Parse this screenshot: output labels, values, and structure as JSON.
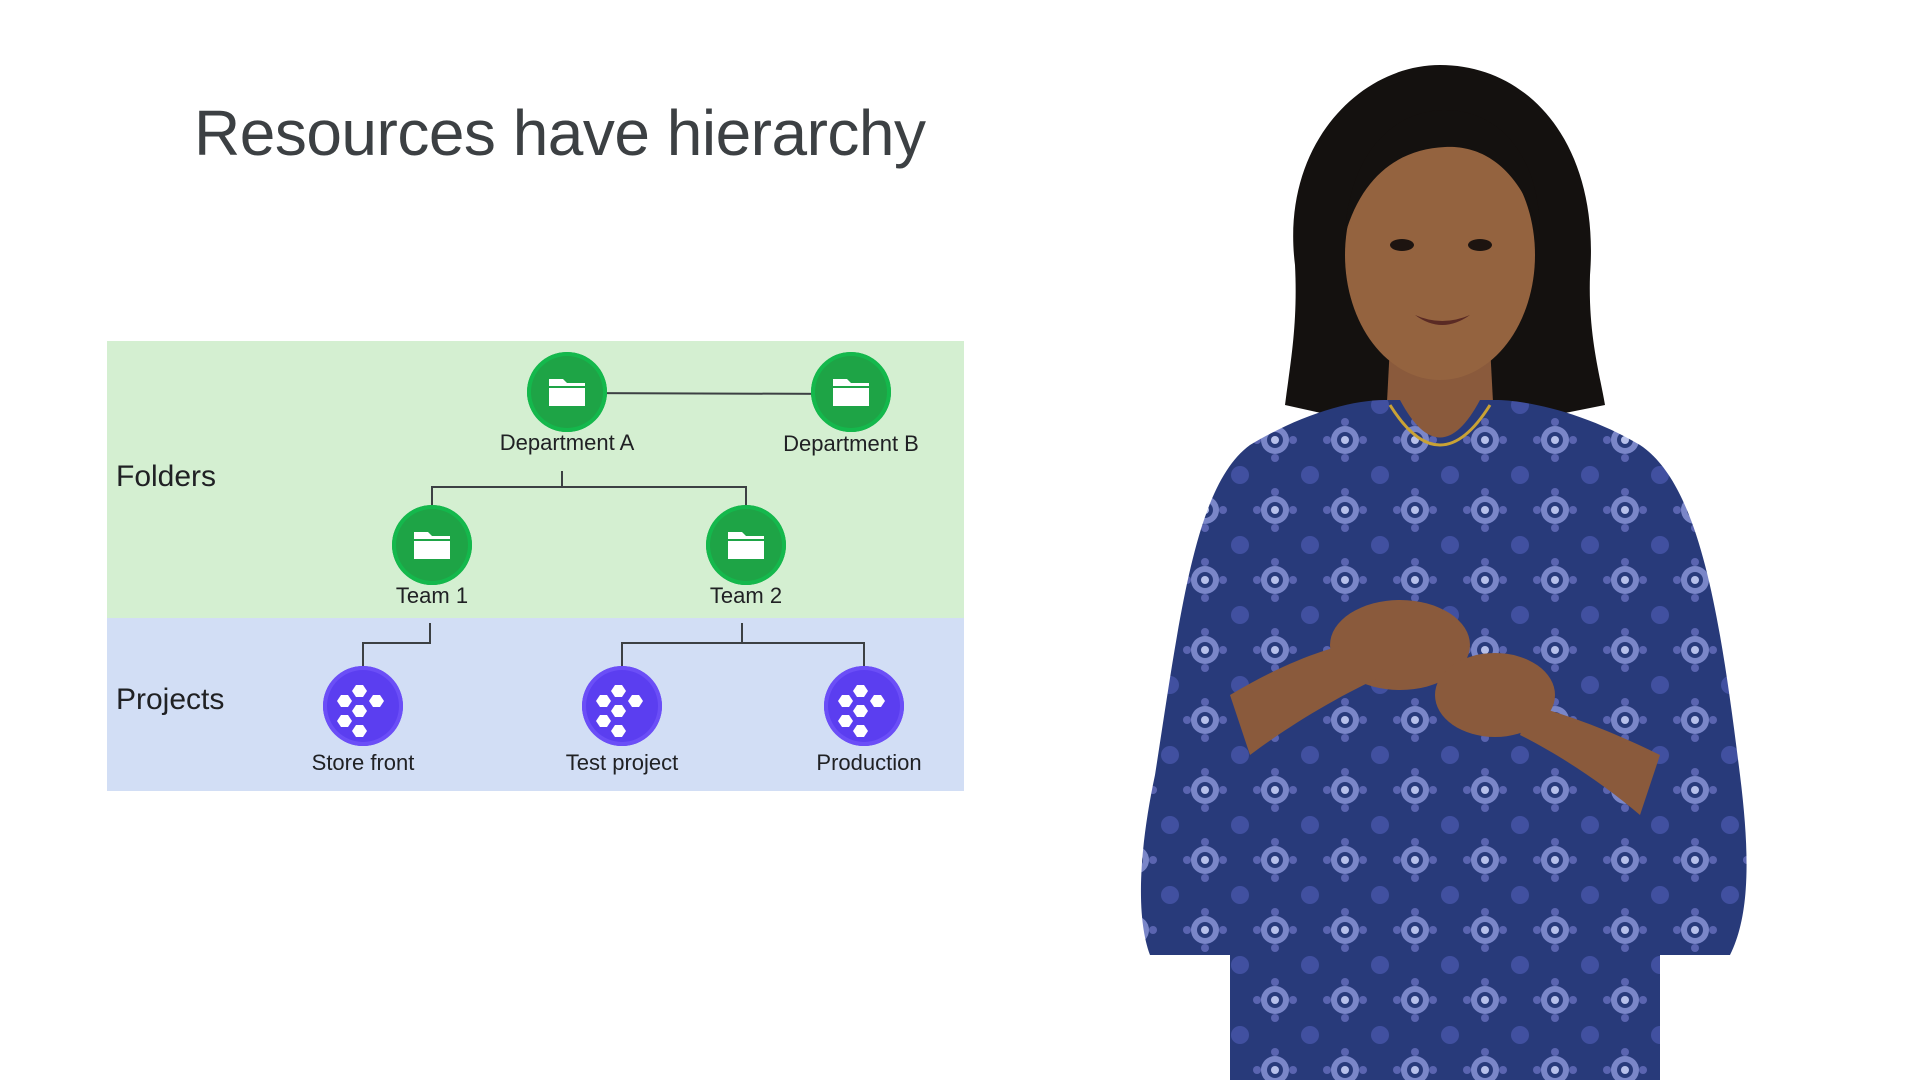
{
  "slide": {
    "title": "Resources have hierarchy"
  },
  "diagram": {
    "band_labels": {
      "folders": "Folders",
      "projects": "Projects"
    },
    "folders": {
      "dept_a": "Department A",
      "dept_b": "Department B",
      "team_1": "Team 1",
      "team_2": "Team 2"
    },
    "projects": {
      "store_front": "Store front",
      "test_project": "Test project",
      "production": "Production"
    },
    "colors": {
      "folders_band": "#d4efd1",
      "projects_band": "#d2def5",
      "folder_node": "#1ea446",
      "project_node": "#5b3ef0",
      "connector": "#3c4043"
    },
    "icons": {
      "folder": "folder-icon",
      "project": "project-hexagons-icon"
    }
  }
}
